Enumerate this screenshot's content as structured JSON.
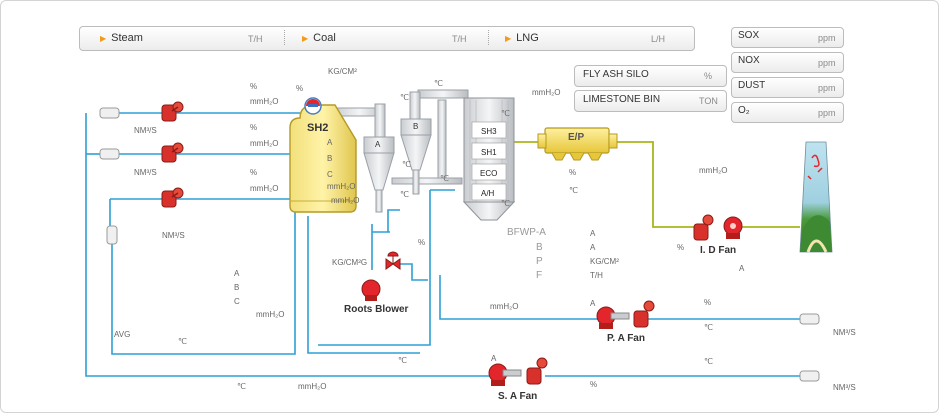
{
  "top_bar": {
    "items": [
      {
        "label": "Steam",
        "unit": "T/H"
      },
      {
        "label": "Coal",
        "unit": "T/H"
      },
      {
        "label": "LNG",
        "unit": "L/H"
      }
    ]
  },
  "silos": [
    {
      "label": "FLY ASH SILO",
      "unit": "%"
    },
    {
      "label": "LIMESTONE BIN",
      "unit": "TON"
    }
  ],
  "emissions": [
    {
      "label": "SOX",
      "unit": "ppm"
    },
    {
      "label": "NOX",
      "unit": "ppm"
    },
    {
      "label": "DUST",
      "unit": "ppm"
    },
    {
      "label": "O₂",
      "unit": "ppm"
    }
  ],
  "boiler": {
    "name": "SH2",
    "zones": [
      "A",
      "B",
      "C"
    ],
    "pressure_unit": "KG/CM²",
    "percent": "%",
    "mmh2o": "mmH₂O",
    "celsius": "℃"
  },
  "cyclones": [
    "A",
    "B"
  ],
  "backpass": [
    "SH3",
    "SH1",
    "ECO",
    "A/H"
  ],
  "ep": {
    "label": "E/P"
  },
  "equipment": {
    "id_fan": "I. D Fan",
    "pa_fan": "P. A Fan",
    "sa_fan": "S. A Fan",
    "roots_blower": "Roots Blower"
  },
  "bfwp": {
    "title": "BFWP-A",
    "rows": [
      "B",
      "P",
      "F"
    ],
    "values": [
      "A",
      "A",
      "KG/CM²",
      "T/H"
    ]
  },
  "units": {
    "nm3s": "NM³/S",
    "mmh2o": "mmH₂O",
    "percent": "%",
    "celsius": "℃",
    "kgcm2g": "KG/CM²G",
    "a": "A",
    "avg": "AVG"
  },
  "abc": [
    "A",
    "B",
    "C"
  ]
}
